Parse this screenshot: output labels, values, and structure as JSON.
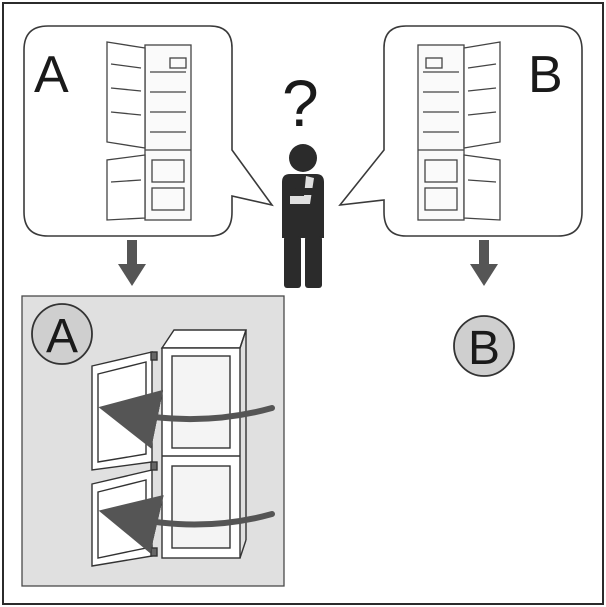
{
  "labels": {
    "option_a": "A",
    "option_b": "B",
    "question": "?",
    "result_a": "A",
    "result_b": "B"
  },
  "colors": {
    "border": "#2b2b2b",
    "panel_fill": "#e0e0e0",
    "badge_fill": "#cfcfcf",
    "figure": "#2b2b2b",
    "arrow": "#555555",
    "bubble_stroke": "#3a3a3a"
  },
  "icons": {
    "person": "thinking-person-icon",
    "fridge": "fridge-icon",
    "arrow_down": "arrow-down-icon",
    "swing_arrow": "curved-arrow-icon"
  }
}
